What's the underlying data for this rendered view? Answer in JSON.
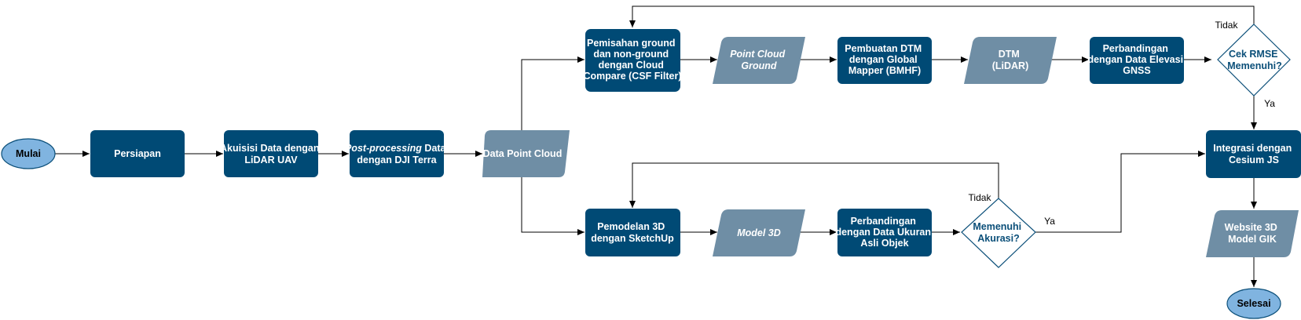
{
  "colors": {
    "process": "#004a75",
    "data": "#6f8ea5",
    "terminal_fill": "#80b4e0",
    "terminal_stroke": "#0b4f79",
    "decision_stroke": "#0b4f79",
    "line": "#000000"
  },
  "nodes": {
    "mulai": "Mulai",
    "persiapan": "Persiapan",
    "akuisisi": [
      "Akuisisi Data dengan",
      "LiDAR UAV"
    ],
    "postproc_italic": "Post-processing",
    "postproc_rest": " Data",
    "postproc_line2": "dengan DJI Terra",
    "data_point_cloud": "Data Point Cloud",
    "pemisahan": [
      "Pemisahan ground",
      "dan non-ground",
      "dengan Cloud",
      "Compare (CSF Filter)"
    ],
    "pc_ground": [
      "Point Cloud",
      "Ground"
    ],
    "pembuatan_dtm": [
      "Pembuatan DTM",
      "dengan Global",
      "Mapper (BMHF)"
    ],
    "dtm": [
      "DTM",
      "(LiDAR)"
    ],
    "perbandingan_gnss": [
      "Perbandingan",
      "dengan Data Elevasi",
      "GNSS"
    ],
    "cek_rmse": [
      "Cek RMSE",
      "Memenuhi?"
    ],
    "integrasi": [
      "Integrasi dengan",
      "Cesium JS"
    ],
    "website": [
      "Website 3D",
      "Model GIK"
    ],
    "selesai": "Selesai",
    "pemodelan": [
      "Pemodelan 3D",
      "dengan SketchUp"
    ],
    "model3d": "Model 3D",
    "perbandingan_ukuran": [
      "Perbandingan",
      "dengan Data Ukuran",
      "Asli Objek"
    ],
    "akurasi": [
      "Memenuhi",
      "Akurasi?"
    ]
  },
  "edge_labels": {
    "tidak_top": "Tidak",
    "ya_top": "Ya",
    "tidak_bottom": "Tidak",
    "ya_bottom": "Ya"
  }
}
